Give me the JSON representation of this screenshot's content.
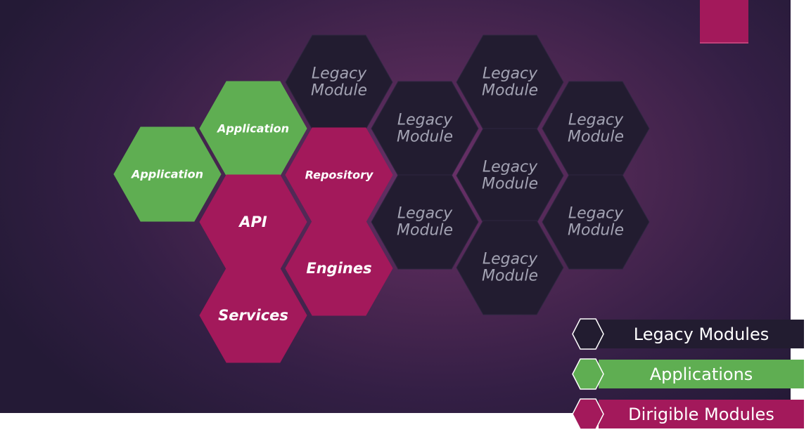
{
  "colors": {
    "legacy": "#221c30",
    "application": "#5fae52",
    "dirigible": "#a3195b",
    "legacy_text": "#a3a3b3",
    "label_text": "#ffffff"
  },
  "hexagons": [
    {
      "kind": "legacy",
      "lines": [
        "Legacy",
        "Module"
      ]
    },
    {
      "kind": "legacy",
      "lines": [
        "Legacy",
        "Module"
      ]
    },
    {
      "kind": "legacy",
      "lines": [
        "Legacy",
        "Module"
      ]
    },
    {
      "kind": "legacy",
      "lines": [
        "Legacy",
        "Module"
      ]
    },
    {
      "kind": "legacy",
      "lines": [
        "Legacy",
        "Module"
      ]
    },
    {
      "kind": "legacy",
      "lines": [
        "Legacy",
        "Module"
      ]
    },
    {
      "kind": "legacy",
      "lines": [
        "Legacy",
        "Module"
      ]
    },
    {
      "kind": "legacy",
      "lines": [
        "Legacy",
        "Module"
      ]
    },
    {
      "kind": "application",
      "lines": [
        "Application"
      ]
    },
    {
      "kind": "application",
      "lines": [
        "Application"
      ]
    },
    {
      "kind": "dirigible",
      "lines": [
        "Repository"
      ]
    },
    {
      "kind": "dirigible",
      "lines": [
        "API"
      ]
    },
    {
      "kind": "dirigible",
      "lines": [
        "Engines"
      ]
    },
    {
      "kind": "dirigible",
      "lines": [
        "Services"
      ]
    }
  ],
  "legend": [
    {
      "kind": "legacy",
      "label": "Legacy Modules"
    },
    {
      "kind": "application",
      "label": "Applications"
    },
    {
      "kind": "dirigible",
      "label": "Dirigible Modules"
    }
  ]
}
